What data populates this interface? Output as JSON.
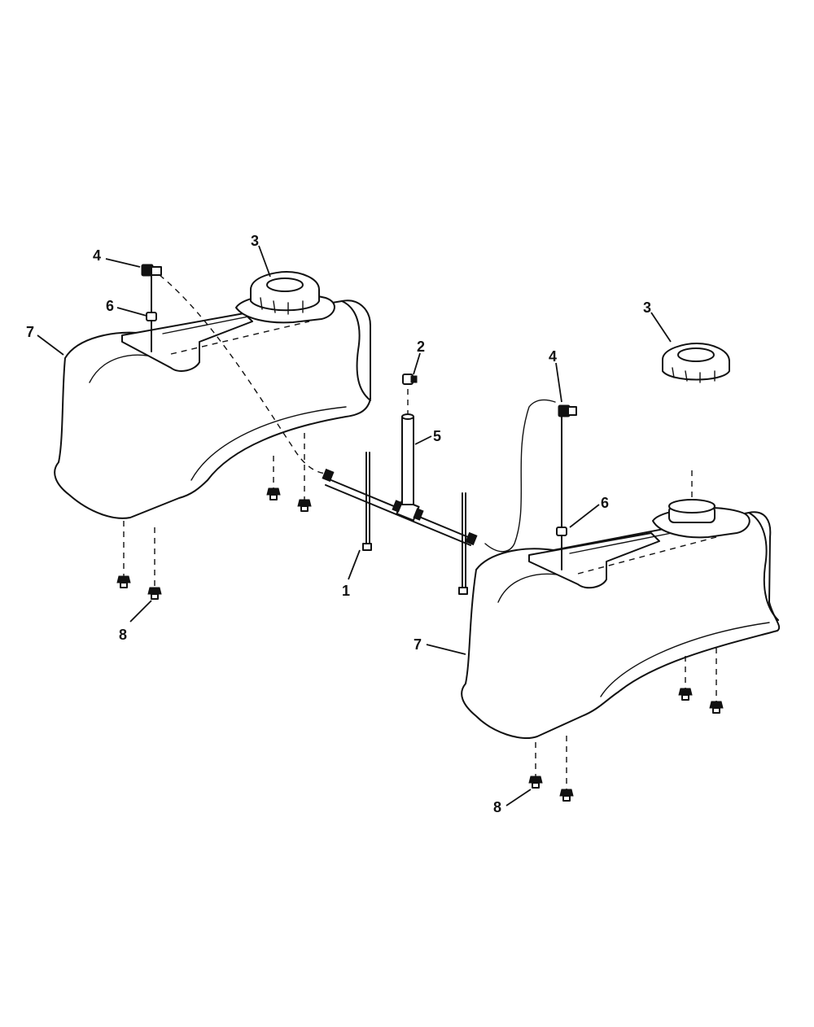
{
  "callouts": {
    "c1": "1",
    "c2": "2",
    "c3_left": "3",
    "c3_right": "3",
    "c4_left": "4",
    "c4_right": "4",
    "c5": "5",
    "c6_left": "6",
    "c6_right": "6",
    "c7_left": "7",
    "c7_right": "7",
    "c8_left": "8",
    "c8_right": "8"
  }
}
